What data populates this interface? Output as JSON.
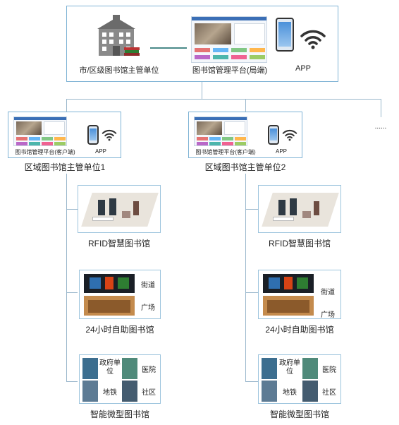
{
  "top": {
    "authority_label": "市/区级图书馆主管单位",
    "platform_label": "图书馆管理平台(局端)",
    "app_label": "APP"
  },
  "regions": [
    {
      "platform_label": "图书馆管理平台(客户端)",
      "app_label": "APP",
      "unit_label": "区域图书馆主管单位1",
      "libraries": [
        {
          "label": "RFID智慧图书馆"
        },
        {
          "label": "24小时自助图书馆",
          "tags": [
            "街道",
            "广场"
          ]
        },
        {
          "label": "智能微型图书馆",
          "tags": [
            "政府单位",
            "医院",
            "地铁",
            "社区"
          ]
        }
      ]
    },
    {
      "platform_label": "图书馆管理平台(客户端)",
      "app_label": "APP",
      "unit_label": "区域图书馆主管单位2",
      "libraries": [
        {
          "label": "RFID智慧图书馆"
        },
        {
          "label": "24小时自助图书馆",
          "tags": [
            "街道",
            "广场"
          ]
        },
        {
          "label": "智能微型图书馆",
          "tags": [
            "政府单位",
            "医院",
            "地铁",
            "社区"
          ]
        }
      ]
    }
  ],
  "more_label": "......",
  "colors": {
    "border": "#7fb3d5",
    "connector": "#9ab7cc",
    "building": "#6b6b6b",
    "wifi": "#333333"
  },
  "icons": {
    "building": "library-building-icon",
    "wifi": "wifi-icon",
    "phone": "mobile-phone-icon"
  }
}
